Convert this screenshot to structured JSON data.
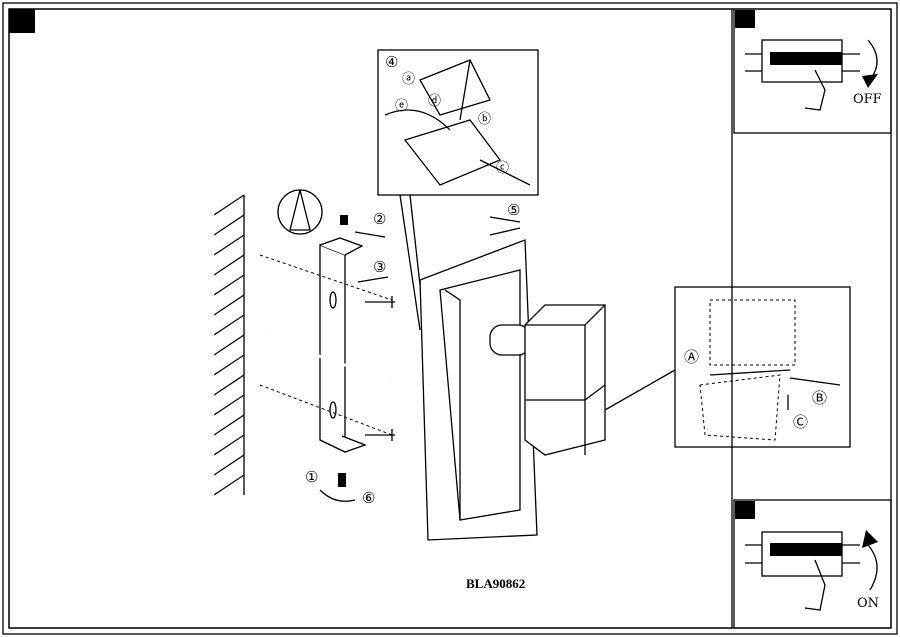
{
  "document_code": "BLA90862",
  "step_labels": {
    "s1": "①",
    "s2": "②",
    "s3": "③",
    "s4": "④",
    "s5": "⑤",
    "s6": "⑥"
  },
  "detail_wiring_labels": {
    "a": "ⓐ",
    "b": "ⓑ",
    "c": "ⓒ",
    "d": "ⓓ",
    "e": "ⓔ"
  },
  "detail_glass_labels": {
    "A": "Ⓐ",
    "B": "Ⓑ",
    "C": "Ⓒ"
  },
  "panels": {
    "power_off": {
      "label": "OFF"
    },
    "power_on": {
      "label": "ON"
    }
  },
  "colors": {
    "ink": "#000000",
    "paper": "#ffffff"
  }
}
